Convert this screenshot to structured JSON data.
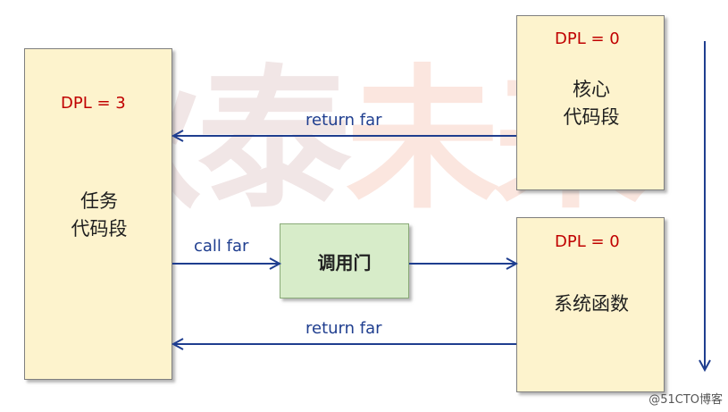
{
  "watermark": {
    "chars_a": "狄泰",
    "chars_b": "未来"
  },
  "task_code": {
    "dpl": "DPL = 3",
    "line1": "任务",
    "line2": "代码段"
  },
  "kernel_code": {
    "dpl": "DPL = 0",
    "line1": "核心",
    "line2": "代码段"
  },
  "system_func": {
    "dpl": "DPL = 0",
    "label": "系统函数"
  },
  "call_gate": {
    "label": "调用门"
  },
  "arrows": {
    "top_return": "return far",
    "call": "call far",
    "bottom_return": "return far"
  },
  "credit": "@51CTO博客",
  "colors": {
    "box_fill": "#fdf3cd",
    "gate_fill": "#d7ecc9",
    "arrow": "#1f3e8f",
    "dpl_text": "#c00000"
  }
}
